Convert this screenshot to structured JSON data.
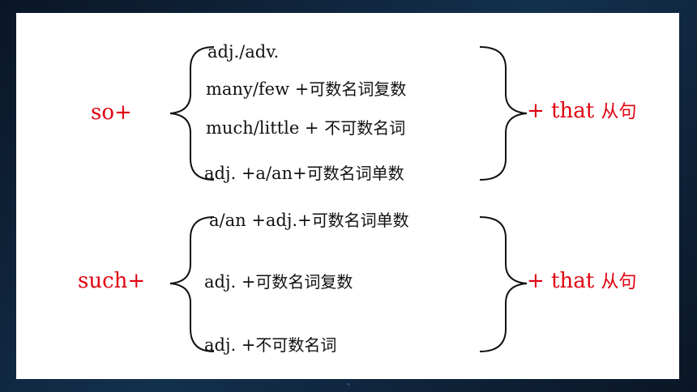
{
  "so_block": {
    "lead": "so+",
    "items": [
      {
        "en": "adj./adv.",
        "cn": ""
      },
      {
        "en": "many/few +",
        "cn": "可数名词复数"
      },
      {
        "en": "much/little + ",
        "cn": "不可数名词"
      },
      {
        "en": "adj. +a/an+",
        "cn": "可数名词单数"
      }
    ],
    "result_en": "+ that ",
    "result_cn": "从句"
  },
  "such_block": {
    "lead": "such+",
    "items": [
      {
        "en": "a/an +adj.+",
        "cn": "可数名词单数"
      },
      {
        "en": "adj. +",
        "cn": "可数名词复数"
      },
      {
        "en": "adj. +",
        "cn": "不可数名词"
      }
    ],
    "result_en": "+ that ",
    "result_cn": "从句"
  },
  "colors": {
    "accent": "#e1000f",
    "text": "#111111",
    "background": "#0b1a2c"
  }
}
